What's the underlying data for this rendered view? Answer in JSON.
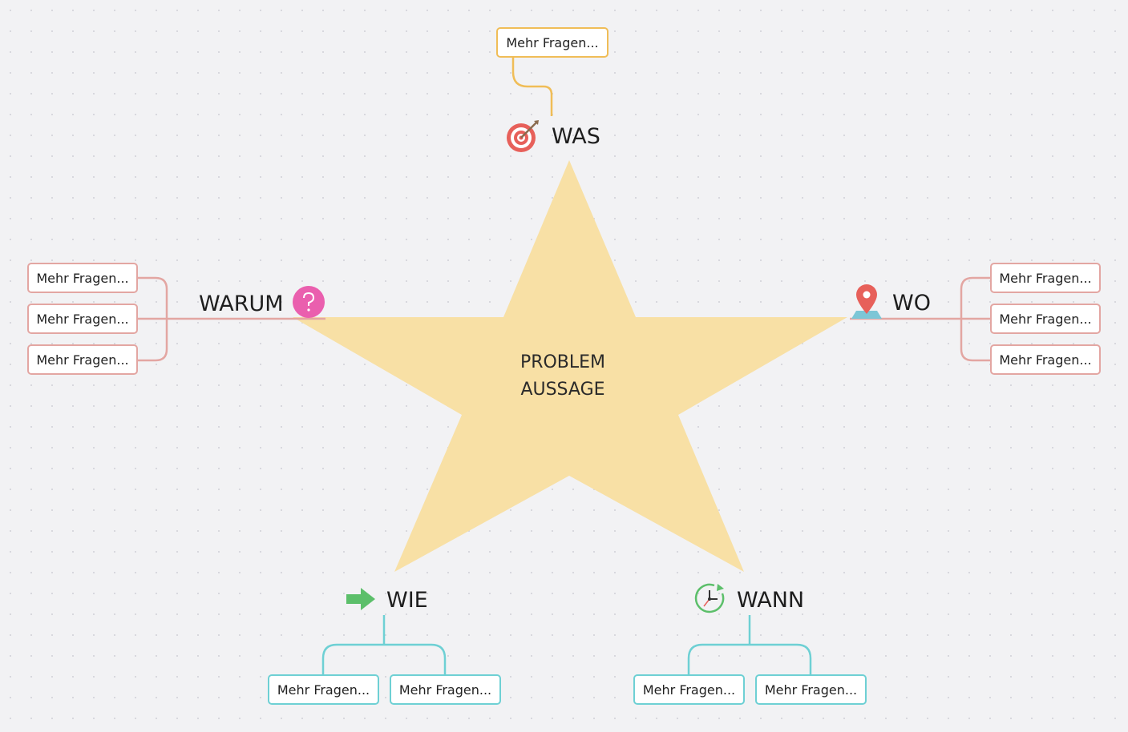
{
  "center": {
    "line1": "PROBLEM",
    "line2": "AUSSAGE"
  },
  "colors": {
    "star": "#f8e0a5",
    "was_branch": "#f0bd57",
    "side_branch": "#e3a6a2",
    "bottom_branch": "#6ed0d4"
  },
  "topics": {
    "was": {
      "label": "WAS",
      "icon": "target-icon",
      "children": [
        "Mehr Fragen..."
      ]
    },
    "warum": {
      "label": "WARUM",
      "icon": "question-icon",
      "children": [
        "Mehr Fragen...",
        "Mehr Fragen...",
        "Mehr Fragen..."
      ]
    },
    "wo": {
      "label": "WO",
      "icon": "location-pin-icon",
      "children": [
        "Mehr Fragen...",
        "Mehr Fragen...",
        "Mehr Fragen..."
      ]
    },
    "wie": {
      "label": "WIE",
      "icon": "arrow-right-icon",
      "children": [
        "Mehr Fragen...",
        "Mehr Fragen..."
      ]
    },
    "wann": {
      "label": "WANN",
      "icon": "clock-icon",
      "children": [
        "Mehr Fragen...",
        "Mehr Fragen..."
      ]
    }
  }
}
